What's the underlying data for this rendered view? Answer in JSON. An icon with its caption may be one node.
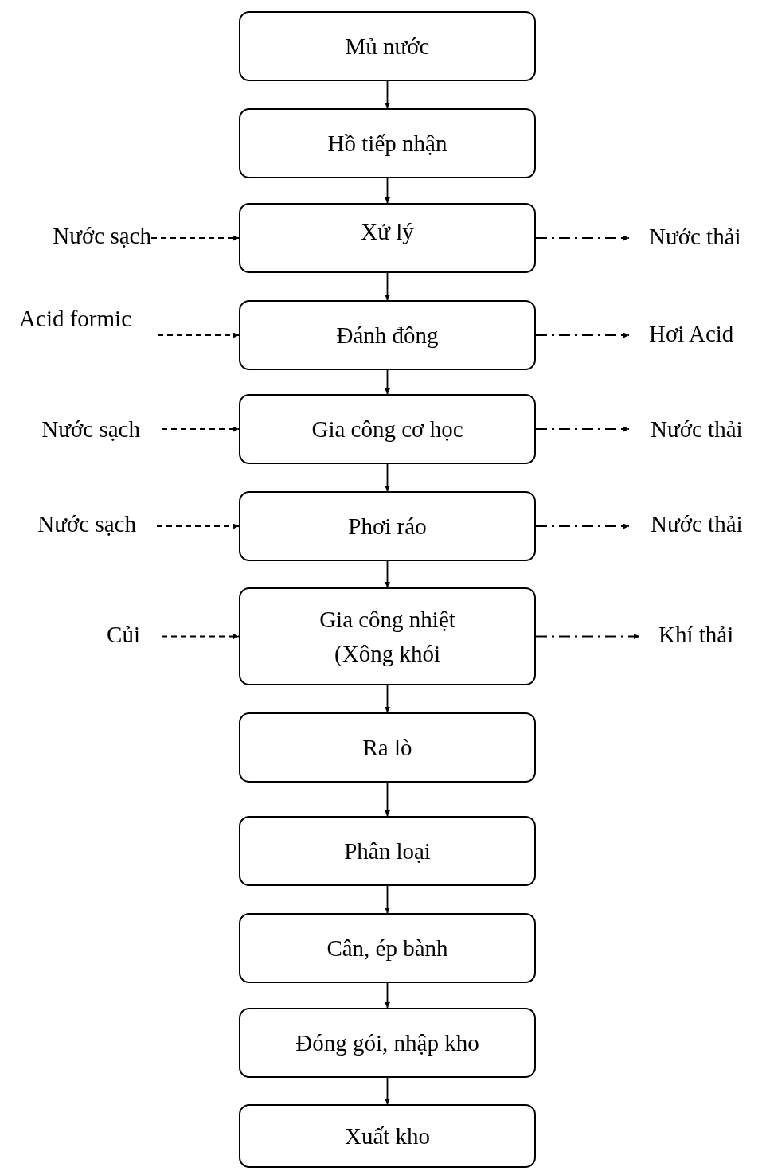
{
  "diagram": {
    "nodes": [
      {
        "text": [
          "Mủ nước"
        ]
      },
      {
        "text": [
          "Hồ tiếp nhận"
        ]
      },
      {
        "text": [
          "Nước sạch"
        ]
      },
      {
        "text": [
          "Xử lý"
        ]
      },
      {
        "text": [
          "Nước thải"
        ]
      },
      {
        "text": [
          "Acid formic"
        ]
      },
      {
        "text": [
          "Đánh đông"
        ]
      },
      {
        "text": [
          "Hơi Acid"
        ]
      },
      {
        "text": [
          "Nước sạch"
        ]
      },
      {
        "text": [
          "Gia công cơ học"
        ]
      },
      {
        "text": [
          "Nước thải"
        ]
      },
      {
        "text": [
          "Nước sạch"
        ]
      },
      {
        "text": [
          "Phơi ráo"
        ]
      },
      {
        "text": [
          "Nước thải"
        ]
      },
      {
        "text": [
          "Củi"
        ]
      },
      {
        "text": [
          "Gia công nhiệt (Xông khói"
        ]
      },
      {
        "text": [
          "Khí thải"
        ]
      },
      {
        "text": [
          "Ra lò"
        ]
      },
      {
        "text": [
          "Phân loại"
        ]
      },
      {
        "text": [
          "Cân, ép bành"
        ]
      },
      {
        "text": [
          "Đóng gói, nhập kho"
        ]
      },
      {
        "text": [
          "Xuất kho"
        ]
      }
    ],
    "edges": [
      {
        "from": 0,
        "to": 1,
        "arrow": "to"
      },
      {
        "from": 1,
        "to": 3,
        "arrow": "to"
      },
      {
        "from": 2,
        "to": 3,
        "arrow": "to",
        "style": "dashed"
      },
      {
        "from": 3,
        "to": 4,
        "arrow": "to",
        "style": "dashed"
      },
      {
        "from": 3,
        "to": 6,
        "arrow": "to"
      },
      {
        "from": 5,
        "to": 6,
        "arrow": "to",
        "style": "dashed"
      },
      {
        "from": 6,
        "to": 7,
        "arrow": "to",
        "style": "dashed"
      },
      {
        "from": 6,
        "to": 9,
        "arrow": "to"
      },
      {
        "from": 8,
        "to": 9,
        "arrow": "to",
        "style": "dashed"
      },
      {
        "from": 9,
        "to": 10,
        "arrow": "to",
        "style": "dashed"
      },
      {
        "from": 9,
        "to": 12,
        "arrow": "to"
      },
      {
        "from": 11,
        "to": 12,
        "arrow": "to",
        "style": "dashed"
      },
      {
        "from": 12,
        "to": 13,
        "arrow": "to",
        "style": "dashed"
      },
      {
        "from": 12,
        "to": 15,
        "arrow": "to"
      },
      {
        "from": 14,
        "to": 15,
        "arrow": "to",
        "style": "dashed"
      },
      {
        "from": 15,
        "to": 16,
        "arrow": "to",
        "style": "dashed"
      },
      {
        "from": 15,
        "to": 17,
        "arrow": "to"
      },
      {
        "from": 17,
        "to": 18,
        "arrow": "to"
      },
      {
        "from": 18,
        "to": 19,
        "arrow": "to"
      },
      {
        "from": 19,
        "to": 20,
        "arrow": "to"
      },
      {
        "from": 20,
        "to": 21,
        "arrow": "to"
      }
    ]
  }
}
